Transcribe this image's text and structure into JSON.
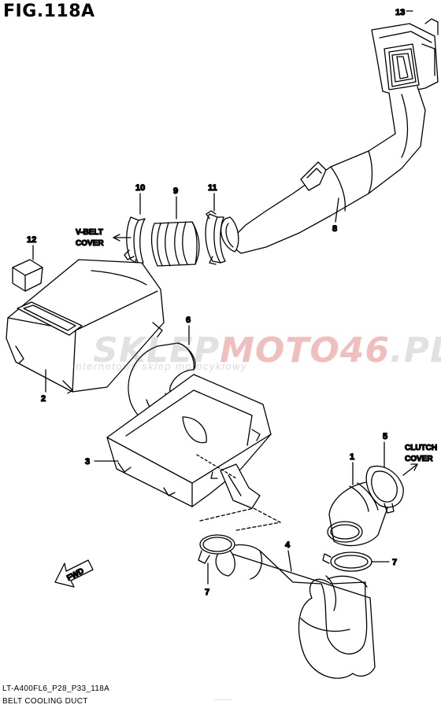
{
  "figure": {
    "title": "FIG.118A",
    "code": "LT-A400FL6_P28_P33_118A",
    "subtitle": "BELT COOLING DUCT"
  },
  "watermark": {
    "part1": "SKLEP",
    "part2": "MOTO46",
    "part3": ".PL",
    "tagline": "internetowy sklep motocyklowy"
  },
  "callouts": [
    "13",
    "8",
    "10",
    "9",
    "11",
    "12",
    "2",
    "6",
    "3",
    "5",
    "1",
    "7",
    "4",
    "7"
  ],
  "notes": {
    "vbelt_line1": "V-BELT",
    "vbelt_line2": "COVER",
    "clutch_line1": "CLUTCH",
    "clutch_line2": "COVER"
  },
  "fwd_label": "FWD",
  "tiny_text": "................"
}
